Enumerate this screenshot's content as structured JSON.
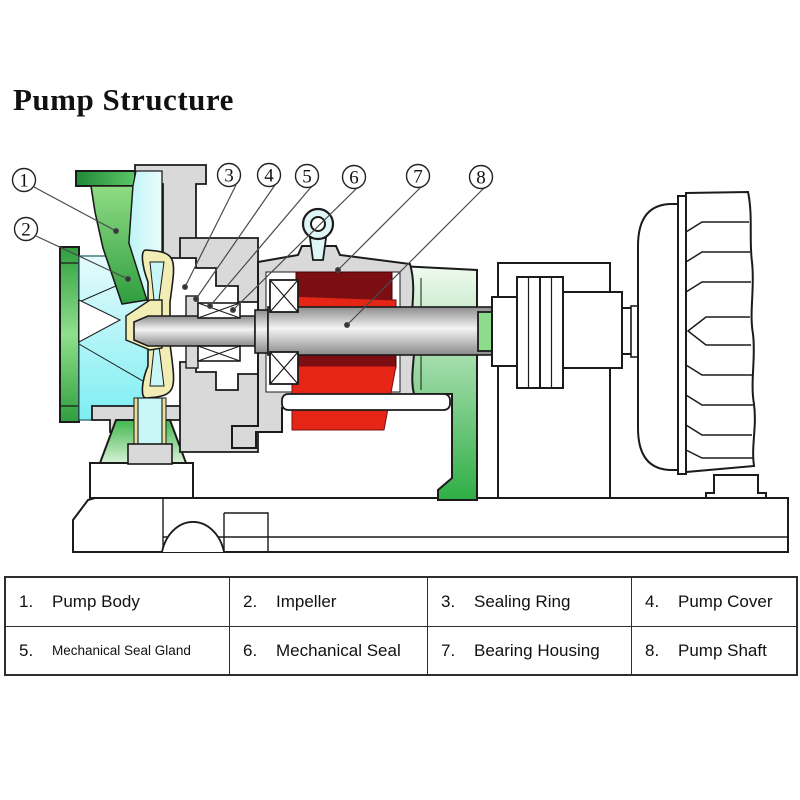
{
  "title": "Pump Structure",
  "callouts": {
    "c1": "1",
    "c2": "2",
    "c3": "3",
    "c4": "4",
    "c5": "5",
    "c6": "6",
    "c7": "7",
    "c8": "8"
  },
  "parts": [
    {
      "num": "1.",
      "label": "Pump Body"
    },
    {
      "num": "2.",
      "label": "Impeller"
    },
    {
      "num": "3.",
      "label": "Sealing Ring"
    },
    {
      "num": "4.",
      "label": "Pump Cover"
    },
    {
      "num": "5.",
      "label": "Mechanical Seal Gland"
    },
    {
      "num": "6.",
      "label": "Mechanical Seal"
    },
    {
      "num": "7.",
      "label": "Bearing Housing"
    },
    {
      "num": "8.",
      "label": "Pump Shaft"
    }
  ],
  "colors": {
    "casing_green": "#35b04a",
    "flow_cyan": "#86eef2",
    "impeller_cream": "#f2edb4",
    "rotor_maroon": "#7c0e12",
    "rotor_red": "#e52617",
    "metal_gray": "#d9d9d9",
    "outline": "#1b1b1b"
  }
}
